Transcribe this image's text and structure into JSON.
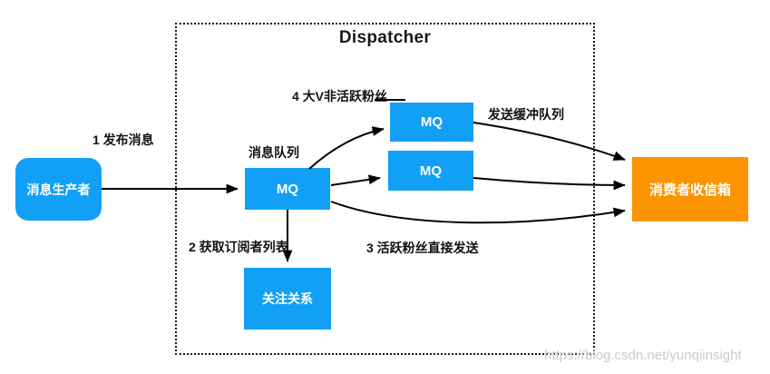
{
  "frame": {
    "title": "Dispatcher"
  },
  "nodes": {
    "producer": {
      "label": "消息生产者"
    },
    "mq_main": {
      "label": "MQ"
    },
    "mq_buffer1": {
      "label": "MQ"
    },
    "mq_buffer2": {
      "label": "MQ"
    },
    "follow": {
      "label": "关注关系"
    },
    "inbox": {
      "label": "消费者收信箱"
    }
  },
  "labels": {
    "step1": "1 发布消息",
    "queue": "消息队列",
    "step4": "4 大V非活跃粉丝",
    "buffer": "发送缓冲队列",
    "step2": "2 获取订阅者列表",
    "step3": "3 活跃粉丝直接发送"
  },
  "watermark": "https://blog.csdn.net/yunqiinsight",
  "colors": {
    "node_blue": "#12a0f6",
    "node_orange": "#fb9400",
    "arrow": "#000000",
    "watermark_gray": "#cbcbcb"
  }
}
